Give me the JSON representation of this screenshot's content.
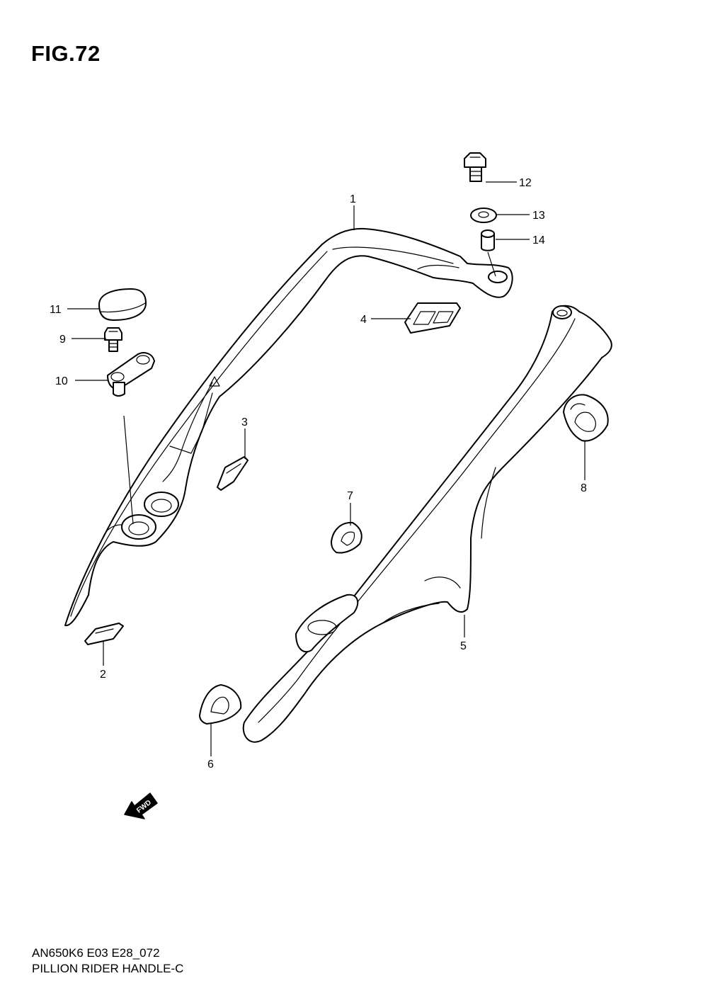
{
  "figure": {
    "title": "FIG.72",
    "code": "AN650K6 E03 E28_072",
    "name": "PILLION RIDER HANDLE-C"
  },
  "callouts": [
    {
      "id": "c1",
      "label": "1"
    },
    {
      "id": "c2",
      "label": "2"
    },
    {
      "id": "c3",
      "label": "3"
    },
    {
      "id": "c4",
      "label": "4"
    },
    {
      "id": "c5",
      "label": "5"
    },
    {
      "id": "c6",
      "label": "6"
    },
    {
      "id": "c7",
      "label": "7"
    },
    {
      "id": "c8",
      "label": "8"
    },
    {
      "id": "c9",
      "label": "9"
    },
    {
      "id": "c10",
      "label": "10"
    },
    {
      "id": "c11",
      "label": "11"
    },
    {
      "id": "c12",
      "label": "12"
    },
    {
      "id": "c13",
      "label": "13"
    },
    {
      "id": "c14",
      "label": "14"
    }
  ],
  "fwd_label": "FWD"
}
